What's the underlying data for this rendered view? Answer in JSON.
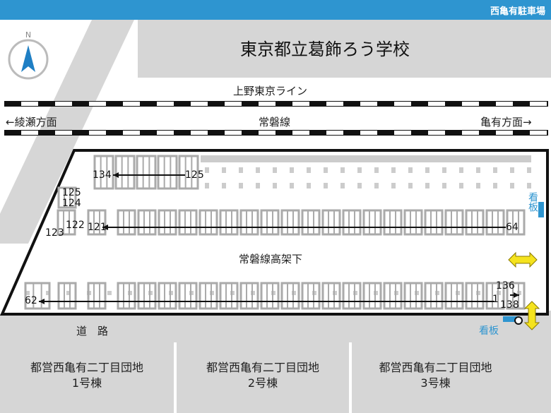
{
  "header": {
    "title": "西亀有駐車場"
  },
  "school": {
    "name": "東京都立葛飾ろう学校"
  },
  "railway": {
    "line_top": "上野東京ライン",
    "line_main": "常磐線",
    "dir_left": "←綾瀬方面",
    "dir_right": "亀有方面→"
  },
  "parking": {
    "area_label": "常磐線高架下",
    "row1": {
      "start": "134",
      "end": "125"
    },
    "row2_numbers": [
      "125",
      "124",
      "123",
      "122",
      "121",
      "64"
    ],
    "row3": {
      "start": "62",
      "end": "1",
      "extra_top": "136",
      "extra_bottom": "138"
    }
  },
  "signs": {
    "sign1": "看板",
    "sign2": "看板"
  },
  "road": {
    "label": "道　路"
  },
  "blocks": [
    {
      "line1": "都営西亀有二丁目団地",
      "line2": "1号棟"
    },
    {
      "line1": "都営西亀有二丁目団地",
      "line2": "2号棟"
    },
    {
      "line1": "都営西亀有二丁目団地",
      "line2": "3号棟"
    }
  ],
  "compass": {
    "label": "N"
  },
  "colors": {
    "accent": "#2e95d0",
    "arrow_yellow": "#f5e31e",
    "gray": "#d6d6d6"
  }
}
